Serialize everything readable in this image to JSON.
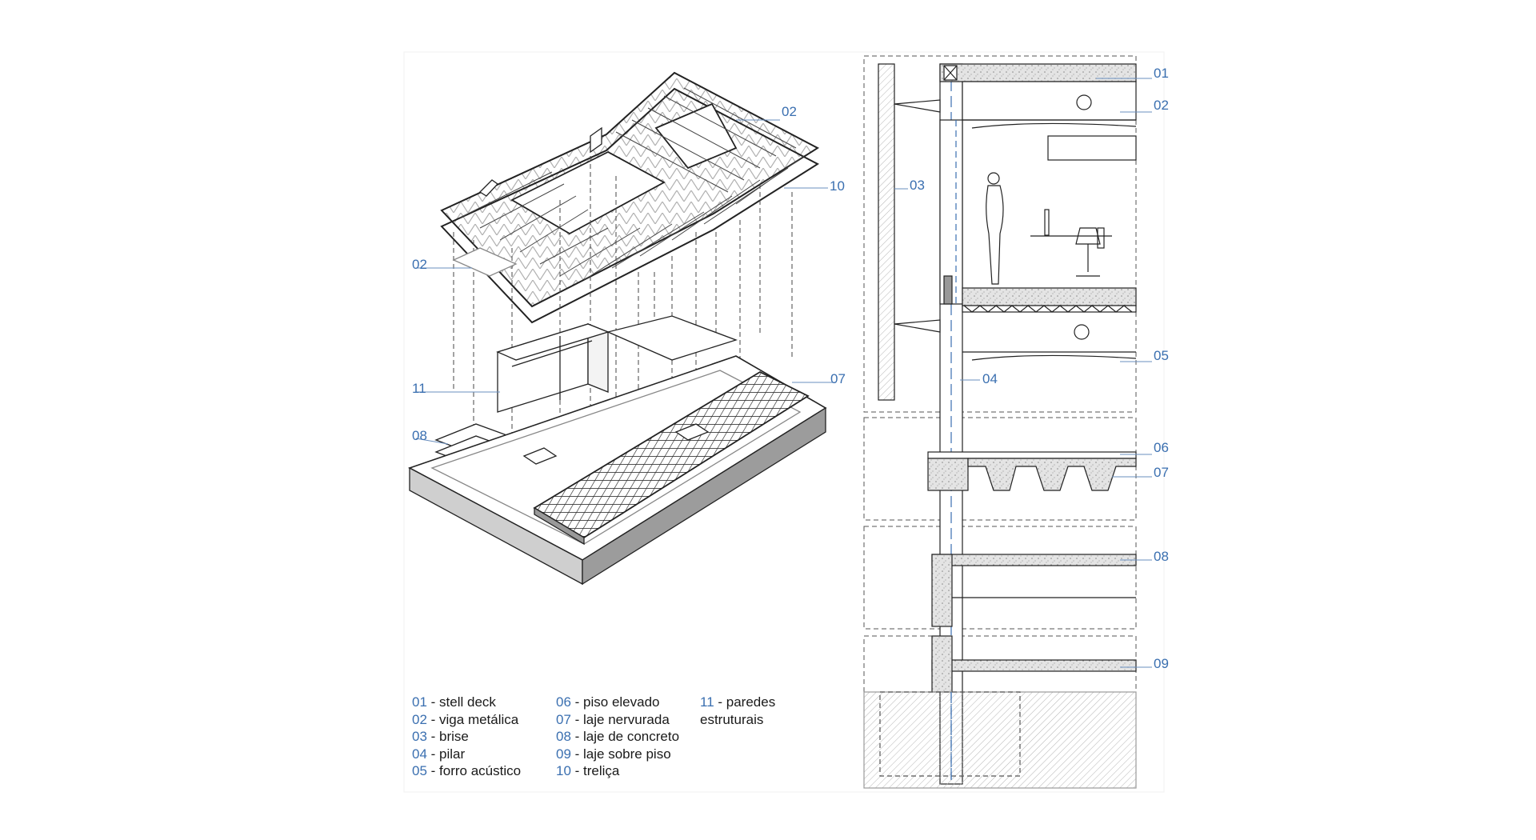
{
  "callouts_axo": {
    "c02_top": "02",
    "c10": "10",
    "c02_left": "02",
    "c11": "11",
    "c07": "07",
    "c08": "08"
  },
  "callouts_section": {
    "c01": "01",
    "c02": "02",
    "c03": "03",
    "c05": "05",
    "c04": "04",
    "c06": "06",
    "c07": "07",
    "c08": "08",
    "c09": "09"
  },
  "legend": [
    {
      "num": "01",
      "sep": " -  ",
      "text": "stell deck"
    },
    {
      "num": "02",
      "sep": " - ",
      "text": "viga metálica"
    },
    {
      "num": "03",
      "sep": " - ",
      "text": "brise"
    },
    {
      "num": "04",
      "sep": " - ",
      "text": "pilar"
    },
    {
      "num": "05",
      "sep": " - ",
      "text": "forro acústico"
    },
    {
      "num": "06",
      "sep": " - ",
      "text": "piso elevado"
    },
    {
      "num": "07",
      "sep": " - ",
      "text": "laje nervurada"
    },
    {
      "num": "08",
      "sep": " - ",
      "text": "laje de concreto"
    },
    {
      "num": "09",
      "sep": " - ",
      "text": "laje sobre piso"
    },
    {
      "num": "10",
      "sep": " - ",
      "text": "treliça"
    },
    {
      "num": "11",
      "sep": " - ",
      "text": "paredes"
    }
  ],
  "legend_extra": "estruturais",
  "colors": {
    "callout": "#3a6fb0",
    "line": "#2b2b2b",
    "hatch": "#9a9a9a"
  }
}
